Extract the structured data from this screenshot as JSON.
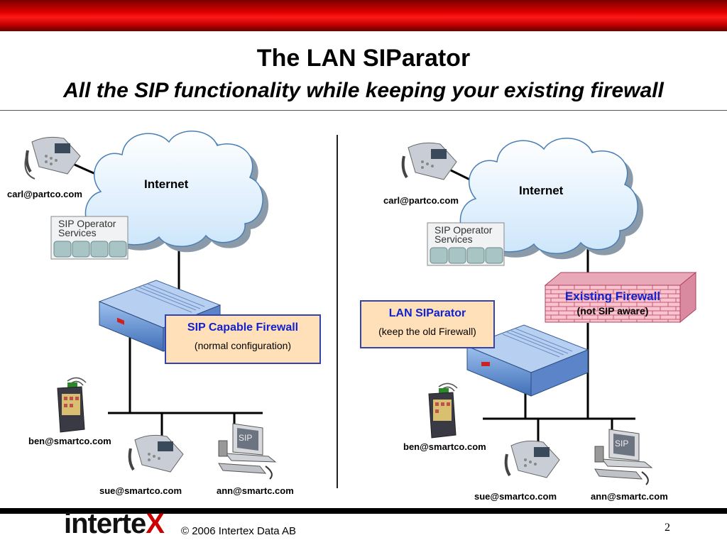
{
  "header": {
    "title": "The LAN SIParator",
    "subtitle": "All the SIP functionality while keeping your existing firewall"
  },
  "left": {
    "cloud_label": "Internet",
    "remote_user": "carl@partco.com",
    "services_line1": "SIP Operator",
    "services_line2": "Services",
    "firewall_title": "SIP Capable Firewall",
    "firewall_note": "(normal configuration)",
    "user_pda": "ben@smartco.com",
    "user_phone": "sue@smartco.com",
    "user_pc": "ann@smartc.com"
  },
  "right": {
    "cloud_label": "Internet",
    "remote_user": "carl@partco.com",
    "services_line1": "SIP Operator",
    "services_line2": "Services",
    "existing_fw_title": "Existing Firewall",
    "existing_fw_note": "(not SIP aware)",
    "siparator_title": "LAN SIParator",
    "siparator_note": "(keep the old Firewall)",
    "user_pda": "ben@smartco.com",
    "user_phone": "sue@smartco.com",
    "user_pc": "ann@smartc.com"
  },
  "device_text": {
    "pc_screen": "SIP"
  },
  "footer": {
    "logo_main": "interte",
    "logo_x": "X",
    "copyright": "© 2006 Intertex Data AB",
    "page_number": "2"
  },
  "colors": {
    "accent_red": "#cc0000",
    "callout_fill": "#ffe0b8",
    "callout_text": "#1122cc",
    "firewall_brick": "#f5b8c8"
  }
}
